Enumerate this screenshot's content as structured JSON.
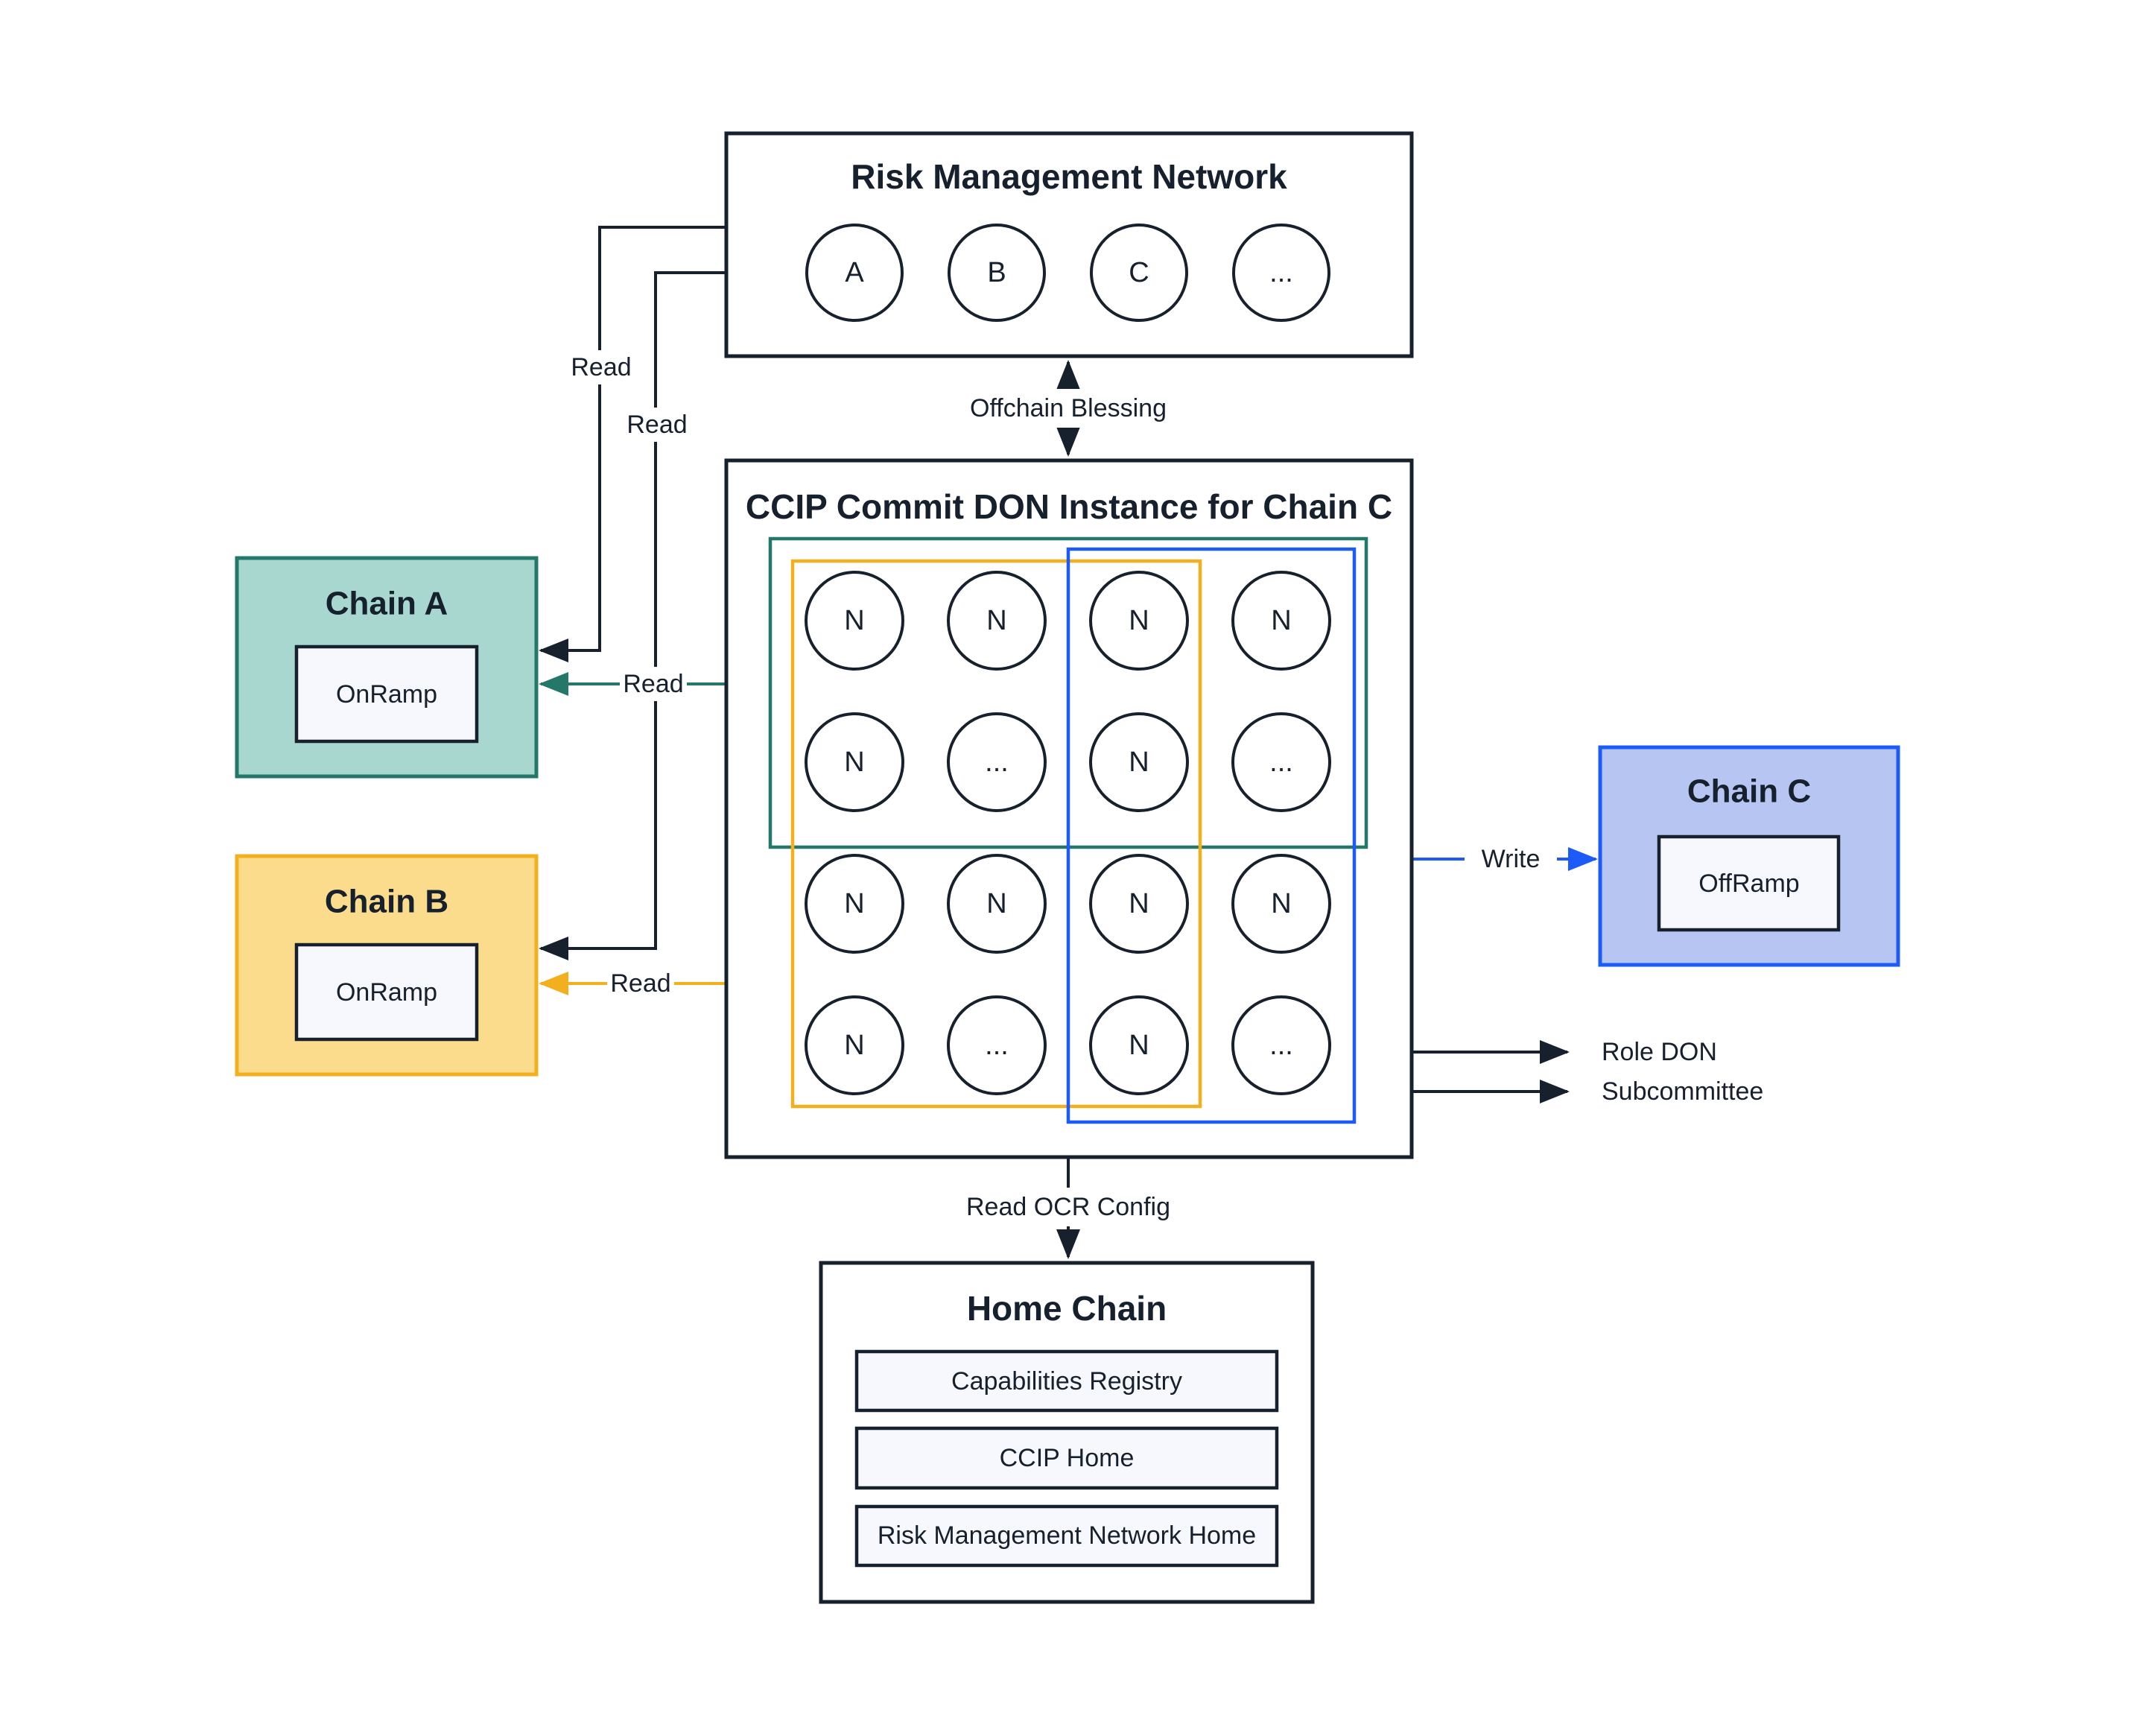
{
  "colors": {
    "ink": "#17202d",
    "teal": "#23786a",
    "teal-fill": "#a8d7cf",
    "amber": "#f2b01e",
    "amber-fill": "#fbdc8d",
    "blue": "#1d5bf8",
    "blue-fill": "#b7c5f3",
    "panel": "#f7f8fd",
    "bg": "#ffffff"
  },
  "diagram": {
    "rmn": {
      "title": "Risk Management Network",
      "nodes": [
        "A",
        "B",
        "C",
        "..."
      ]
    },
    "ccip": {
      "title": "CCIP Commit DON Instance for Chain C",
      "nodes": [
        "N",
        "N",
        "N",
        "N",
        "N",
        "...",
        "N",
        "...",
        "N",
        "N",
        "N",
        "N",
        "N",
        "...",
        "N",
        "..."
      ]
    },
    "chain_a": {
      "title": "Chain A",
      "contract": "OnRamp"
    },
    "chain_b": {
      "title": "Chain B",
      "contract": "OnRamp"
    },
    "chain_c": {
      "title": "Chain C",
      "contract": "OffRamp"
    },
    "home": {
      "title": "Home Chain",
      "contracts": [
        "Capabilities Registry",
        "CCIP Home",
        "Risk Management Network Home"
      ]
    },
    "labels": {
      "read_rmn_a": "Read",
      "read_rmn_b": "Read",
      "read_don_a": "Read",
      "read_don_b": "Read",
      "write": "Write",
      "offchain_blessing": "Offchain Blessing",
      "read_ocr_config": "Read OCR Config",
      "role_don": "Role DON",
      "subcommittee": "Subcommittee"
    }
  }
}
